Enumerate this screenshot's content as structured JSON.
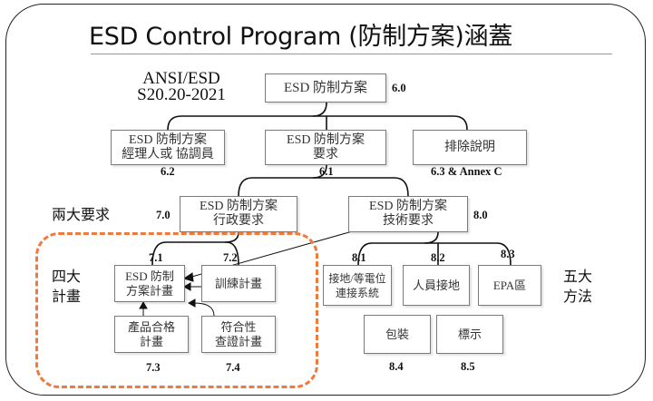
{
  "title": "ESD Control Program (防制方案)涵蓋",
  "standard": {
    "line1": "ANSI/ESD",
    "line2": "S20.20-2021"
  },
  "root": {
    "label": "ESD 防制方案",
    "section": "6.0"
  },
  "level2": [
    {
      "line1": "ESD 防制方案",
      "line2": "經理人或 協調員",
      "section": "6.2"
    },
    {
      "line1": "ESD 防制方案",
      "line2": "要求",
      "section": "6.1"
    },
    {
      "line1": "排除說明",
      "line2": "",
      "section": "6.3 & Annex C"
    }
  ],
  "two_requirements_label": "兩大要求",
  "requirements": [
    {
      "line1": "ESD 防制方案",
      "line2": "行政要求",
      "section": "7.0"
    },
    {
      "line1": "ESD 防制方案",
      "line2": "技術要求",
      "section": "8.0"
    }
  ],
  "four_plans_label": {
    "line1": "四大",
    "line2": "計畫"
  },
  "plans": [
    {
      "line1": "ESD 防制",
      "line2": "方案計畫",
      "section": "7.1"
    },
    {
      "line1": "訓練計畫",
      "line2": "",
      "section": "7.2"
    },
    {
      "line1": "產品合格",
      "line2": "計畫",
      "section": "7.3"
    },
    {
      "line1": "符合性",
      "line2": "查證計畫",
      "section": "7.4"
    }
  ],
  "five_methods_label": {
    "line1": "五大",
    "line2": "方法"
  },
  "methods": [
    {
      "line1": "接地/等電位",
      "line2": "連接系統",
      "section": "8.1"
    },
    {
      "line1": "人員接地",
      "line2": "",
      "section": "8.2"
    },
    {
      "line1": "EPA區",
      "line2": "",
      "section": "8.3"
    },
    {
      "line1": "包裝",
      "line2": "",
      "section": "8.4"
    },
    {
      "line1": "標示",
      "line2": "",
      "section": "8.5"
    }
  ],
  "colors": {
    "dashed_highlight": "#ee7a3c",
    "box_border": "#7a7a7a",
    "text": "#111111"
  }
}
